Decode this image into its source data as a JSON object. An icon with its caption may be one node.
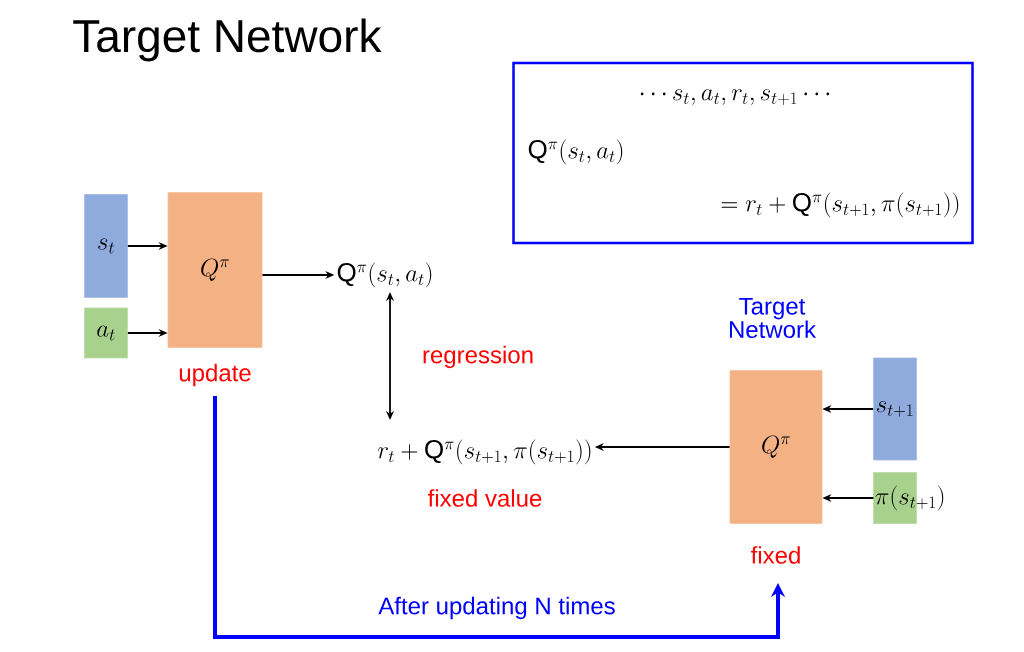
{
  "diagram": {
    "title": "Target Network",
    "nodes": [
      {
        "text": [
          "s_t"
        ]
      },
      {
        "text": [
          "a_t"
        ]
      },
      {
        "text": [
          "Q^{\\pi}"
        ],
        "beside": [
          "update"
        ]
      },
      {
        "text": [
          "\\mathrm{Q}^{\\pi}(s_t, a_t)"
        ]
      },
      {
        "text": [
          "r_t + \\mathrm{Q}^{\\pi}\\big(s_{t+1}, \\pi(s_{t+1})\\big)"
        ],
        "beside": [
          "fixed value"
        ]
      },
      {
        "text": [
          "Target Network",
          "Q^{\\pi}"
        ],
        "beside": [
          "fixed"
        ]
      },
      {
        "text": [
          "s_{t+1}"
        ]
      },
      {
        "text": [
          "\\pi(s_{t+1})"
        ]
      },
      {
        "text": [
          "\\cdots s_t, a_t, r_t, s_{t+1} \\cdots",
          "\\mathrm{Q}^{\\pi}(s_t, a_t)",
          "= r_t + \\mathrm{Q}^{\\pi}\\big(s_{t+1}, \\pi(s_{t+1})\\big)"
        ]
      }
    ],
    "edges": [
      {
        "from": 0,
        "to": 2,
        "arrow": "to"
      },
      {
        "from": 1,
        "to": 2,
        "arrow": "to"
      },
      {
        "from": 2,
        "to": 3,
        "arrow": "to"
      },
      {
        "from": 3,
        "to": 4,
        "arrow": "both",
        "label": "regression"
      },
      {
        "from": 5,
        "to": 4,
        "arrow": "to"
      },
      {
        "from": 6,
        "to": 5,
        "arrow": "to"
      },
      {
        "from": 7,
        "to": 5,
        "arrow": "to"
      },
      {
        "from": 2,
        "to": 5,
        "arrow": "to",
        "label": "After updating N times",
        "style": "thick",
        "color": "#0000ff"
      }
    ]
  }
}
